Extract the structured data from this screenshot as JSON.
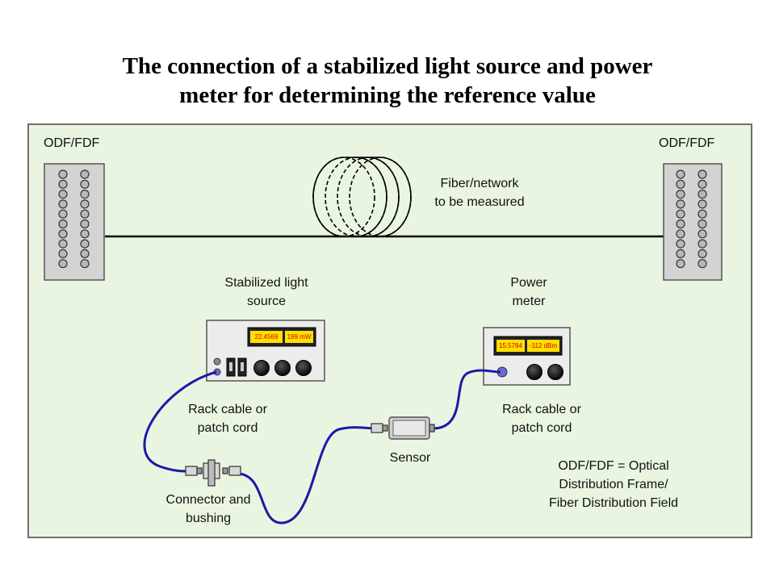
{
  "title": {
    "line1": "The connection of a stabilized light source and power",
    "line2": "meter for determining the reference value"
  },
  "labels": {
    "odf_left": "ODF/FDF",
    "odf_right": "ODF/FDF",
    "fiber_line1": "Fiber/network",
    "fiber_line2": "to be measured",
    "source_line1": "Stabilized light",
    "source_line2": "source",
    "meter_line1": "Power",
    "meter_line2": "meter",
    "rack_left_line1": "Rack cable or",
    "rack_left_line2": "patch cord",
    "rack_right_line1": "Rack cable or",
    "rack_right_line2": "patch cord",
    "sensor": "Sensor",
    "connector_line1": "Connector and",
    "connector_line2": "bushing",
    "legend_line1": "ODF/FDF = Optical",
    "legend_line2": "Distribution Frame/",
    "legend_line3": "Fiber Distribution Field"
  },
  "displays": {
    "source_value1": "22.4569",
    "source_value2": "199 mW",
    "meter_value1": "15.5784",
    "meter_value2": "-112 dBm"
  },
  "colors": {
    "panel_bg": "#e9f5e1",
    "cable": "#1a1aa8",
    "display_bg": "#ffe000",
    "display_text": "#d00000",
    "device_body": "#ececec"
  }
}
